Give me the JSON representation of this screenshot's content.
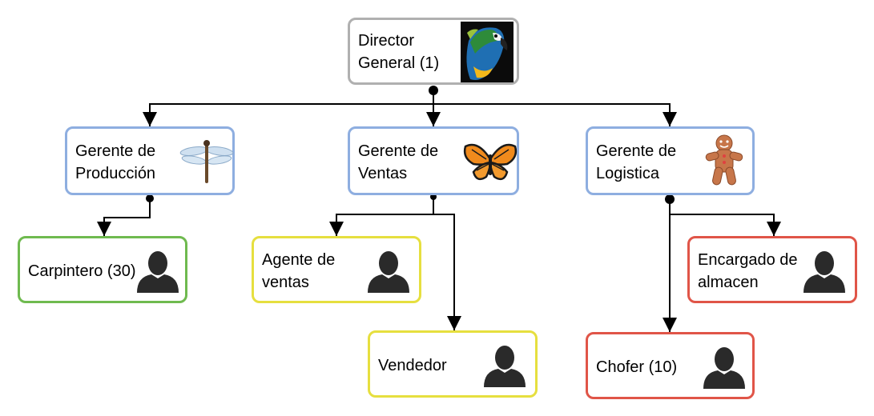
{
  "colors": {
    "director_border": "#b0b0b0",
    "manager_border": "#8eaee0",
    "production_border": "#6fba4f",
    "sales_border": "#e6df3f",
    "logistics_border": "#e05548",
    "connector": "#000000"
  },
  "nodes": {
    "director": {
      "label": "Director\nGeneral (1)",
      "icon": "parrot-icon"
    },
    "gerente_produccion": {
      "label": "Gerente de\nProducción",
      "icon": "dragonfly-icon"
    },
    "gerente_ventas": {
      "label": "Gerente de\nVentas",
      "icon": "butterfly-icon"
    },
    "gerente_logistica": {
      "label": "Gerente de\nLogistica",
      "icon": "gingerbread-man-icon"
    },
    "carpintero": {
      "label": "Carpintero (30)",
      "icon": "person-silhouette-icon"
    },
    "agente_ventas": {
      "label": "Agente de\nventas",
      "icon": "person-silhouette-icon"
    },
    "vendedor": {
      "label": "Vendedor",
      "icon": "person-silhouette-icon"
    },
    "encargado_almacen": {
      "label": "Encargado de\nalmacen",
      "icon": "person-silhouette-icon"
    },
    "chofer": {
      "label": "Chofer (10)",
      "icon": "person-silhouette-icon"
    }
  },
  "edges": [
    {
      "from": "director",
      "to": "gerente_produccion"
    },
    {
      "from": "director",
      "to": "gerente_ventas"
    },
    {
      "from": "director",
      "to": "gerente_logistica"
    },
    {
      "from": "gerente_produccion",
      "to": "carpintero"
    },
    {
      "from": "gerente_ventas",
      "to": "agente_ventas"
    },
    {
      "from": "gerente_ventas",
      "to": "vendedor"
    },
    {
      "from": "gerente_logistica",
      "to": "encargado_almacen"
    },
    {
      "from": "gerente_logistica",
      "to": "chofer"
    }
  ]
}
